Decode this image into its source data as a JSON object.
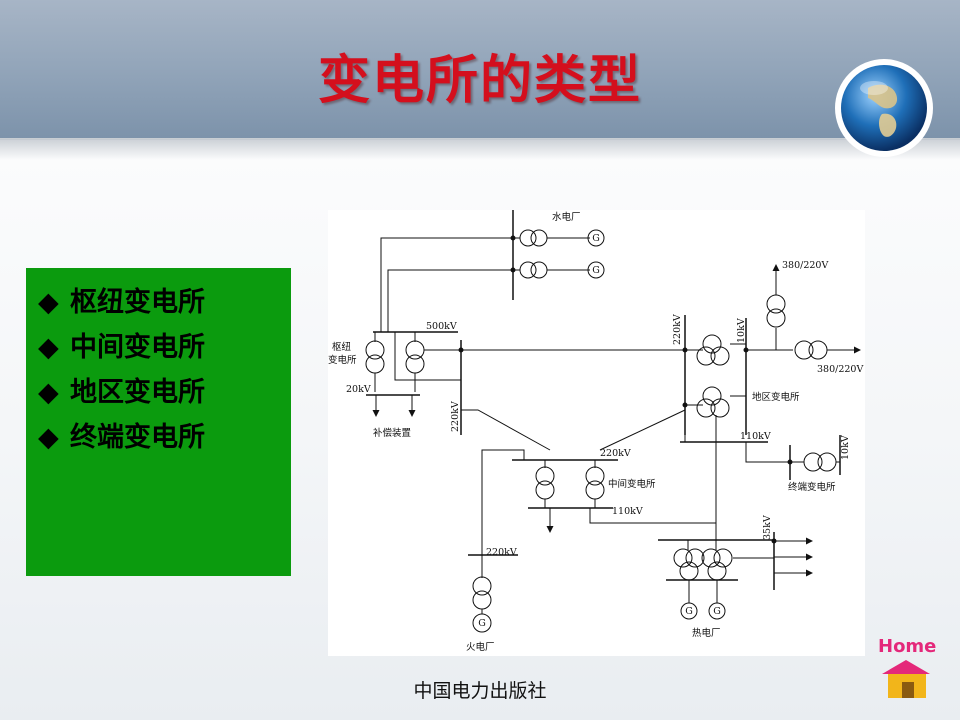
{
  "slide": {
    "title": "变电所的类型",
    "footer": "中国电力出版社",
    "home_label": "Home"
  },
  "bullets": {
    "marker": "◆",
    "items": [
      "枢纽变电所",
      "中间变电所",
      "地区变电所",
      "终端变电所"
    ]
  },
  "diagram": {
    "labels": {
      "hydro_plant": "水电厂",
      "hub_substation_line1": "枢纽",
      "hub_substation_line2": "变电所",
      "v500": "500kV",
      "v20": "20kV",
      "compensation": "补偿装置",
      "v220_left": "220kV",
      "v220_mid": "220kV",
      "intermediate_substation": "中间变电所",
      "v110_mid": "110kV",
      "v220_bottom": "220kV",
      "thermal_plant_fire": "火电厂",
      "v220_regional": "220kV",
      "v10_regional": "10kV",
      "v380_top": "380/220V",
      "v380_right": "380/220V",
      "regional_substation": "地区变电所",
      "v110_regional": "110kV",
      "v10_terminal": "10kV",
      "terminal_substation": "终端变电所",
      "v35": "35kV",
      "cogeneration_plant": "热电厂",
      "generator_symbol": "G"
    }
  },
  "colors": {
    "title": "#d40f1d",
    "panel_green": "#0b9b0e",
    "header": "#90a3b8",
    "home_text": "#e4287a"
  }
}
